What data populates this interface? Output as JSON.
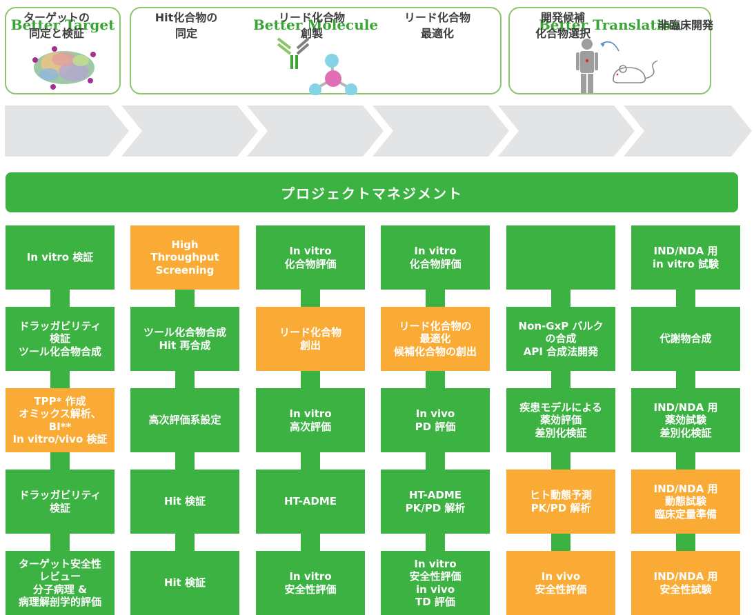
{
  "colors": {
    "green": "#3bb241",
    "orange": "#f9ab35",
    "arrow_gray": "#e3e4e5",
    "header_border": "#8cc66b"
  },
  "headers": [
    {
      "title": "Better Target",
      "icon": "protein-structure-icon"
    },
    {
      "title": "Better Molecule",
      "icon": "antibody-and-molecule-icon"
    },
    {
      "title": "Better Translation",
      "icon": "human-and-mouse-icon"
    }
  ],
  "stages": [
    "ターゲットの\n同定と検証",
    "Hit化合物の\n同定",
    "リード化合物\n創製",
    "リード化合物\n最適化",
    "開発候補\n化合物選択",
    "非臨床開発"
  ],
  "project_management": "プロジェクトマネジメント",
  "columns": [
    {
      "cells": [
        {
          "text": "In vitro 検証",
          "color": "green"
        },
        {
          "text": "ドラッガビリティ\n検証\nツール化合物合成",
          "color": "green"
        },
        {
          "text": "TPP* 作成\nオミックス解析、\nBI**\nIn vitro/vivo 検証",
          "color": "orange"
        },
        {
          "text": "ドラッガビリティ\n検証",
          "color": "green"
        },
        {
          "text": "ターゲット安全性\nレビュー\n分子病理 &\n病理解剖学的評価",
          "color": "green"
        }
      ]
    },
    {
      "cells": [
        {
          "text": "High\nThroughput\nScreening",
          "color": "orange"
        },
        {
          "text": "ツール化合物合成\nHit 再合成",
          "color": "green"
        },
        {
          "text": "高次評価系設定",
          "color": "green"
        },
        {
          "text": "Hit 検証",
          "color": "green"
        },
        {
          "text": "Hit 検証",
          "color": "green"
        }
      ]
    },
    {
      "cells": [
        {
          "text": "In vitro\n化合物評価",
          "color": "green"
        },
        {
          "text": "リード化合物\n創出",
          "color": "orange"
        },
        {
          "text": "In vitro\n高次評価",
          "color": "green"
        },
        {
          "text": "HT-ADME",
          "color": "green"
        },
        {
          "text": "In vitro\n安全性評価",
          "color": "green"
        }
      ]
    },
    {
      "cells": [
        {
          "text": "In vitro\n化合物評価",
          "color": "green"
        },
        {
          "text": "リード化合物の\n最適化\n候補化合物の創出",
          "color": "orange"
        },
        {
          "text": "In vivo\nPD 評価",
          "color": "green"
        },
        {
          "text": "HT-ADME\nPK/PD 解析",
          "color": "green"
        },
        {
          "text": "In vitro\n安全性評価\nin vivo\nTD 評価",
          "color": "green"
        }
      ]
    },
    {
      "cells": [
        {
          "text": "",
          "color": "green"
        },
        {
          "text": "Non-GxP バルク\nの合成\nAPI 合成法開発",
          "color": "green"
        },
        {
          "text": "疾患モデルによる\n薬効評価\n差別化検証",
          "color": "green"
        },
        {
          "text": "ヒト動態予測\nPK/PD 解析",
          "color": "orange"
        },
        {
          "text": "In vivo\n安全性評価",
          "color": "orange"
        }
      ]
    },
    {
      "cells": [
        {
          "text": "IND/NDA 用\nin vitro 試験",
          "color": "green"
        },
        {
          "text": "代謝物合成",
          "color": "green"
        },
        {
          "text": "IND/NDA 用\n薬効試験\n差別化検証",
          "color": "green"
        },
        {
          "text": "IND/NDA 用\n動態試験\n臨床定量準備",
          "color": "orange"
        },
        {
          "text": "IND/NDA 用\n安全性試験",
          "color": "orange"
        }
      ]
    }
  ]
}
